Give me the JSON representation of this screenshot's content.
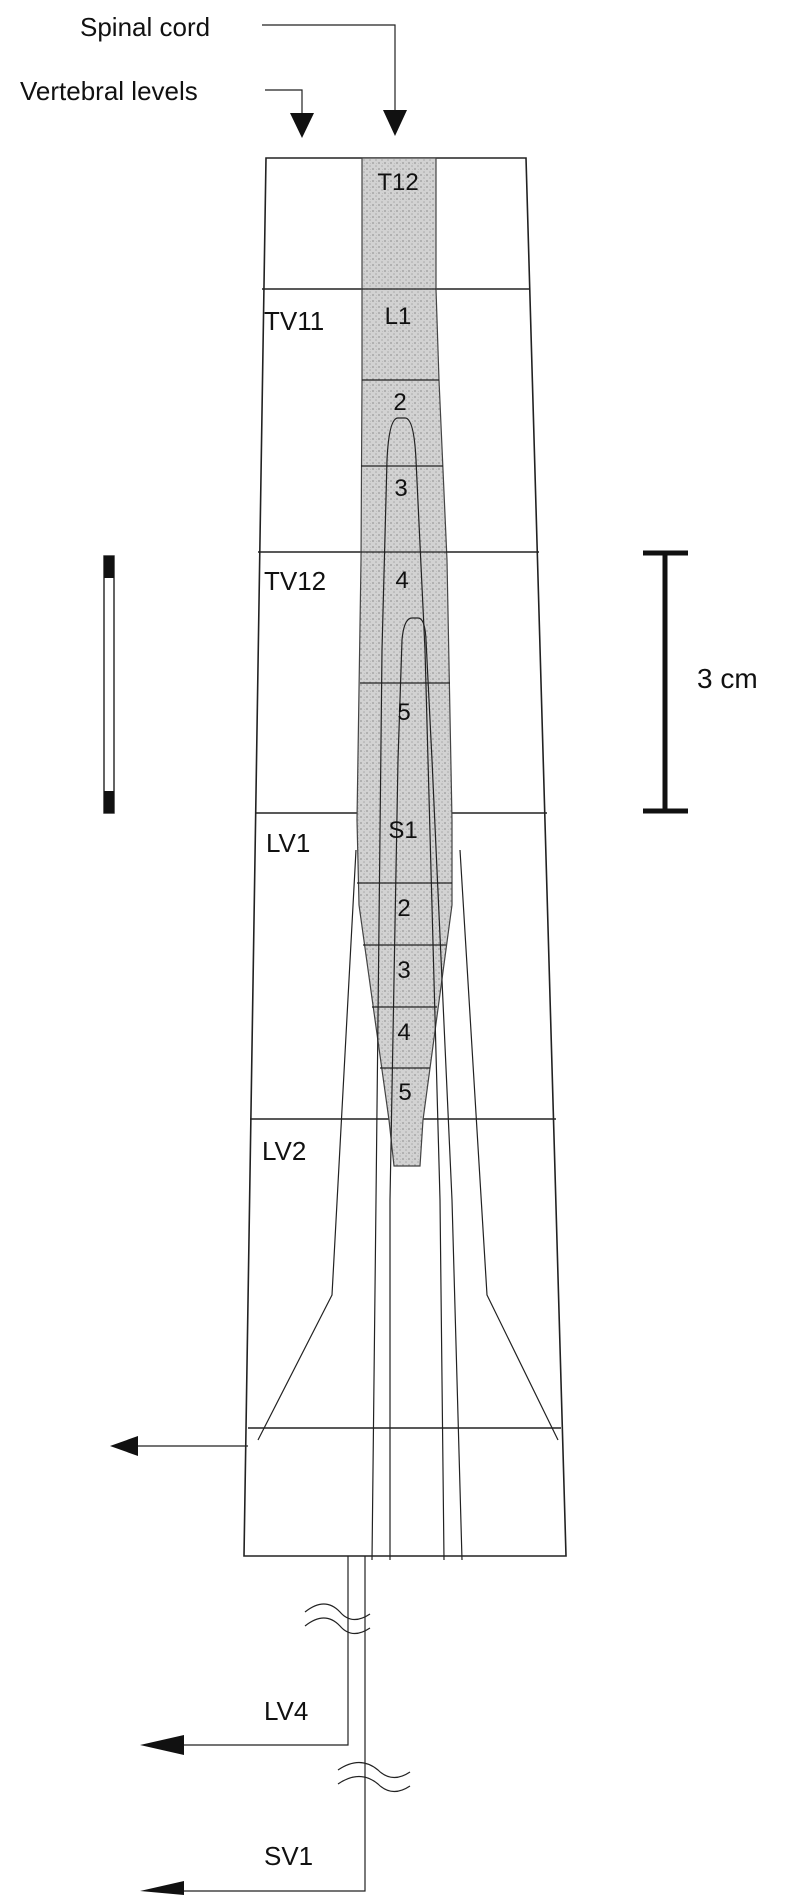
{
  "figure": {
    "pointer_labels": {
      "spinal_cord": "Spinal cord",
      "vertebral_levels": "Vertebral levels"
    },
    "vertebral_levels": [
      "TV11",
      "TV12",
      "LV1",
      "LV2"
    ],
    "lower_levels": [
      "LV4",
      "SV1"
    ],
    "cord_segments": [
      "T12",
      "L1",
      "2",
      "3",
      "4",
      "5",
      "S1",
      "2",
      "3",
      "4",
      "5"
    ],
    "scale_bar": {
      "label": "3 cm",
      "value_cm": 3
    },
    "colors": {
      "line": "#222222",
      "cord_fill": "#cccccc",
      "background": "#ffffff"
    }
  }
}
